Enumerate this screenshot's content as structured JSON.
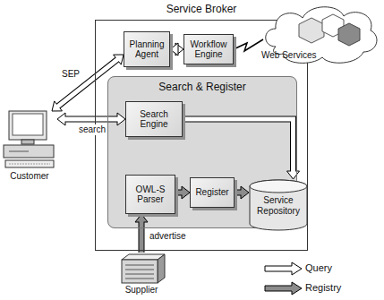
{
  "diagram": {
    "nodes": [
      {
        "text": [
          "Service Broker"
        ]
      },
      {
        "text": [
          "Planning Agent"
        ],
        "in": 0
      },
      {
        "text": [
          "Workflow Engine"
        ],
        "in": 0
      },
      {
        "text": [
          "Search & Register"
        ],
        "in": 0
      },
      {
        "text": [
          "Search Engine"
        ],
        "in": 3
      },
      {
        "text": [
          "OWL-S Parser"
        ],
        "in": 3
      },
      {
        "text": [
          "Register"
        ],
        "in": 3
      },
      {
        "text": [
          "Web Services"
        ]
      },
      {
        "text": [
          "Customer"
        ]
      },
      {
        "text": [
          "Service Repository"
        ]
      },
      {
        "text": [
          "Supplier"
        ]
      }
    ],
    "edges": [
      {
        "from": 1,
        "to": 2,
        "arrow": "both"
      },
      {
        "from": 2,
        "to": 7,
        "arrow": "none"
      },
      {
        "from": 8,
        "to": 1,
        "label": "SEP",
        "arrow": "both"
      },
      {
        "from": 8,
        "to": 4,
        "label": "search",
        "arrow": "both"
      },
      {
        "from": 4,
        "to": 9,
        "arrow": "to"
      },
      {
        "from": 10,
        "to": 5,
        "label": "advertise",
        "arrow": "to"
      },
      {
        "from": 5,
        "to": 6,
        "arrow": "to"
      },
      {
        "from": 6,
        "to": 9,
        "arrow": "to"
      }
    ],
    "legend": [
      {
        "text": "Query"
      },
      {
        "text": "Registry"
      }
    ]
  }
}
